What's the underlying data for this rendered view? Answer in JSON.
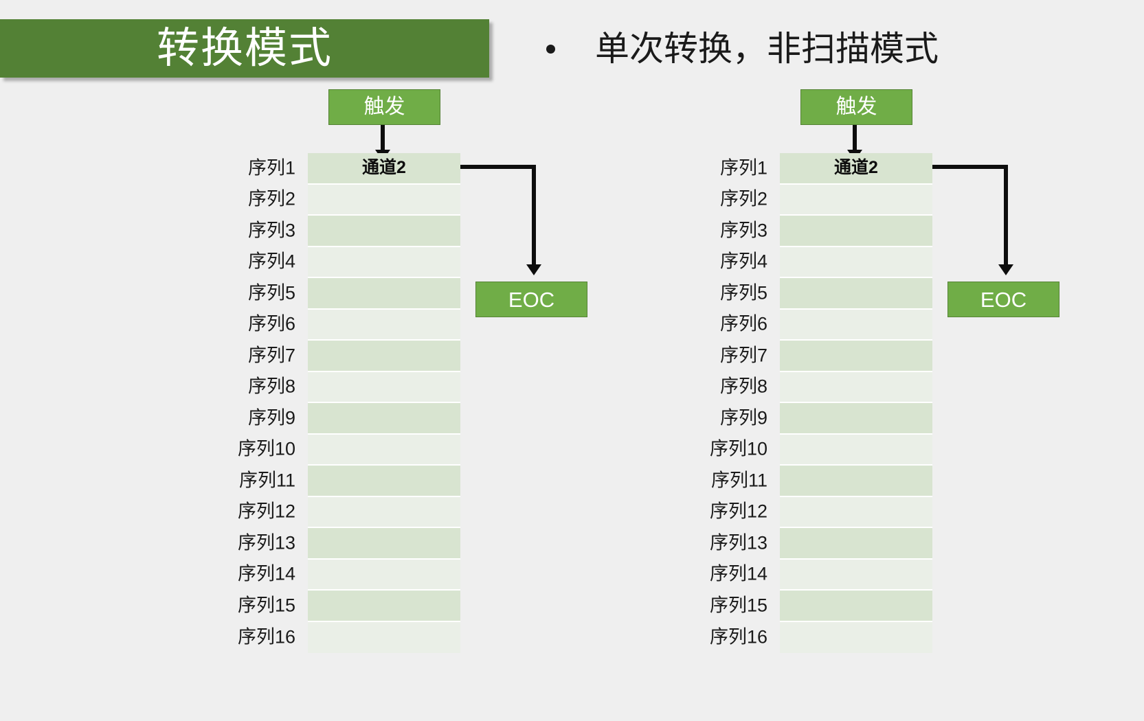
{
  "slide": {
    "background_color": "#efefef",
    "title": "转换模式",
    "title_background": "#538135",
    "title_color": "#ffffff",
    "bullet": {
      "marker": "bullet-dot",
      "text": "单次转换，非扫描模式"
    }
  },
  "colors": {
    "accent_green": "#70AD47",
    "accent_green_dark": "#548235",
    "title_green": "#538135",
    "row_odd": "#d8e4d0",
    "row_even": "#eaefe7",
    "arrow": "#0d0d0d"
  },
  "panels": [
    {
      "id": "panel-left",
      "trigger_label": "触发",
      "eoc_label": "EOC",
      "rows": [
        {
          "label": "序列1",
          "value": "通道2"
        },
        {
          "label": "序列2",
          "value": ""
        },
        {
          "label": "序列3",
          "value": ""
        },
        {
          "label": "序列4",
          "value": ""
        },
        {
          "label": "序列5",
          "value": ""
        },
        {
          "label": "序列6",
          "value": ""
        },
        {
          "label": "序列7",
          "value": ""
        },
        {
          "label": "序列8",
          "value": ""
        },
        {
          "label": "序列9",
          "value": ""
        },
        {
          "label": "序列10",
          "value": ""
        },
        {
          "label": "序列11",
          "value": ""
        },
        {
          "label": "序列12",
          "value": ""
        },
        {
          "label": "序列13",
          "value": ""
        },
        {
          "label": "序列14",
          "value": ""
        },
        {
          "label": "序列15",
          "value": ""
        },
        {
          "label": "序列16",
          "value": ""
        }
      ]
    },
    {
      "id": "panel-right",
      "trigger_label": "触发",
      "eoc_label": "EOC",
      "rows": [
        {
          "label": "序列1",
          "value": "通道2"
        },
        {
          "label": "序列2",
          "value": ""
        },
        {
          "label": "序列3",
          "value": ""
        },
        {
          "label": "序列4",
          "value": ""
        },
        {
          "label": "序列5",
          "value": ""
        },
        {
          "label": "序列6",
          "value": ""
        },
        {
          "label": "序列7",
          "value": ""
        },
        {
          "label": "序列8",
          "value": ""
        },
        {
          "label": "序列9",
          "value": ""
        },
        {
          "label": "序列10",
          "value": ""
        },
        {
          "label": "序列11",
          "value": ""
        },
        {
          "label": "序列12",
          "value": ""
        },
        {
          "label": "序列13",
          "value": ""
        },
        {
          "label": "序列14",
          "value": ""
        },
        {
          "label": "序列15",
          "value": ""
        },
        {
          "label": "序列16",
          "value": ""
        }
      ]
    }
  ]
}
